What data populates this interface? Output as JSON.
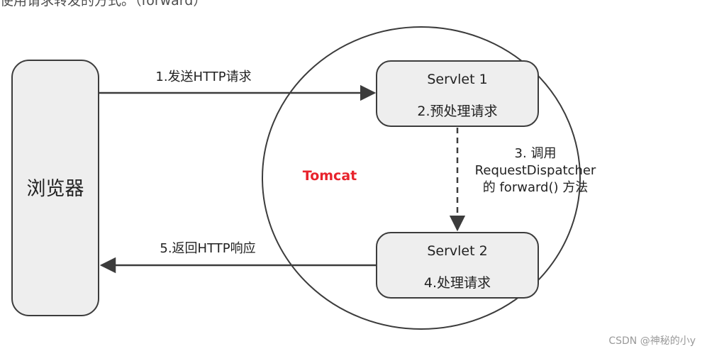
{
  "header": {
    "partial_text": "使用请求转发的方式。（forward）"
  },
  "diagram": {
    "browser_label": "浏览器",
    "container_label": "Tomcat",
    "container_label_color": "#e8232c",
    "servlet1": {
      "title": "Servlet 1",
      "step": "2.预处理请求"
    },
    "servlet2": {
      "title": "Servlet 2",
      "step": "4.处理请求"
    },
    "arrow_send": "1.发送HTTP请求",
    "arrow_dispatch": [
      "3. 调用",
      "RequestDispatcher",
      "的 forward() 方法"
    ],
    "arrow_return": "5.返回HTTP响应",
    "box_fill": "#eeeeee",
    "stroke_color": "#3c3c3c"
  },
  "watermark": "CSDN @神秘的小y"
}
